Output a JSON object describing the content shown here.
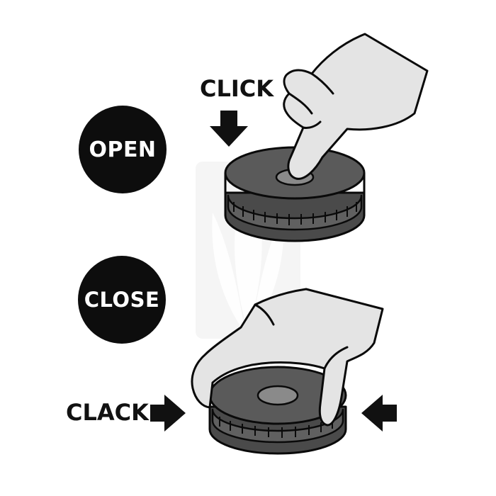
{
  "steps": {
    "open": {
      "badge_label": "OPEN",
      "action_label": "CLICK"
    },
    "close": {
      "badge_label": "CLOSE",
      "action_label": "CLACK"
    }
  },
  "colors": {
    "badge": "#0d0d0d",
    "container_dark": "#4a4a4a",
    "container_mid": "#606060",
    "container_light": "#8a8a8a",
    "hand": "#e4e4e4",
    "outline": "#0a0a0a"
  },
  "icons": [
    "down-arrow-icon",
    "right-arrow-icon",
    "left-arrow-icon",
    "pointing-hand-icon",
    "gripping-hand-icon"
  ]
}
